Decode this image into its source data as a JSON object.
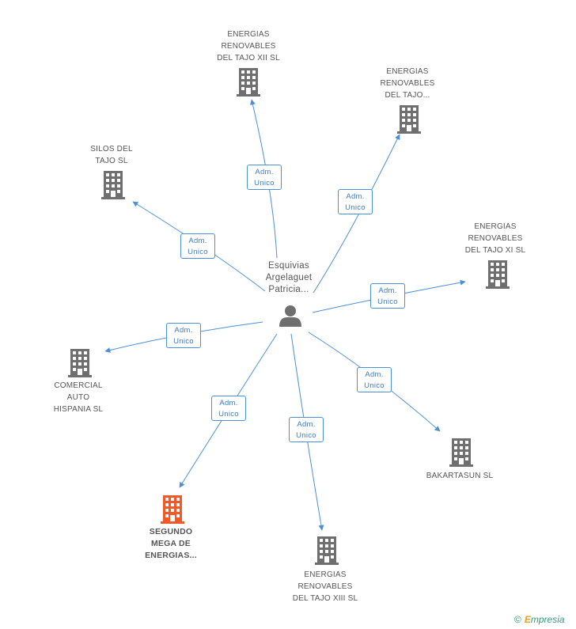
{
  "center": {
    "label_lines": [
      "Esquivias",
      "Argelaguet",
      "Patricia..."
    ],
    "icon": "person-icon",
    "color": "#6f6f6f"
  },
  "companies": [
    {
      "id": "energias-xii",
      "label_lines": [
        "ENERGIAS",
        "RENOVABLES",
        "DEL TAJO XII SL"
      ],
      "highlight": false
    },
    {
      "id": "energias-tajo",
      "label_lines": [
        "ENERGIAS",
        "RENOVABLES",
        "DEL TAJO..."
      ],
      "highlight": false
    },
    {
      "id": "silos",
      "label_lines": [
        "SILOS DEL",
        "TAJO SL"
      ],
      "highlight": false
    },
    {
      "id": "energias-xi",
      "label_lines": [
        "ENERGIAS",
        "RENOVABLES",
        "DEL TAJO XI SL"
      ],
      "highlight": false
    },
    {
      "id": "comercial",
      "label_lines": [
        "COMERCIAL",
        "AUTO",
        "HISPANIA SL"
      ],
      "highlight": false
    },
    {
      "id": "bakartasun",
      "label_lines": [
        "BAKARTASUN SL"
      ],
      "highlight": false
    },
    {
      "id": "segundo",
      "label_lines": [
        "SEGUNDO",
        "MEGA DE",
        "ENERGIAS..."
      ],
      "highlight": true
    },
    {
      "id": "energias-xiii",
      "label_lines": [
        "ENERGIAS",
        "RENOVABLES",
        "DEL TAJO XIII SL"
      ],
      "highlight": false
    }
  ],
  "relations": [
    {
      "to": "energias-xii",
      "label_lines": [
        "Adm.",
        "Unico"
      ]
    },
    {
      "to": "energias-tajo",
      "label_lines": [
        "Adm.",
        "Unico"
      ]
    },
    {
      "to": "silos",
      "label_lines": [
        "Adm.",
        "Unico"
      ]
    },
    {
      "to": "energias-xi",
      "label_lines": [
        "Adm.",
        "Unico"
      ]
    },
    {
      "to": "comercial",
      "label_lines": [
        "Adm.",
        "Unico"
      ]
    },
    {
      "to": "bakartasun",
      "label_lines": [
        "Adm.",
        "Unico"
      ]
    },
    {
      "to": "segundo",
      "label_lines": [
        "Adm.",
        "Unico"
      ]
    },
    {
      "to": "energias-xiii",
      "label_lines": [
        "Adm.",
        "Unico"
      ]
    }
  ],
  "colors": {
    "edge": "#4a90d9",
    "building": "#6f6f6f",
    "building_highlight": "#f0592a",
    "label": "#555555"
  },
  "footer": {
    "copyright_symbol": "©",
    "brand_initial": "E",
    "brand_rest": "mpresia"
  }
}
